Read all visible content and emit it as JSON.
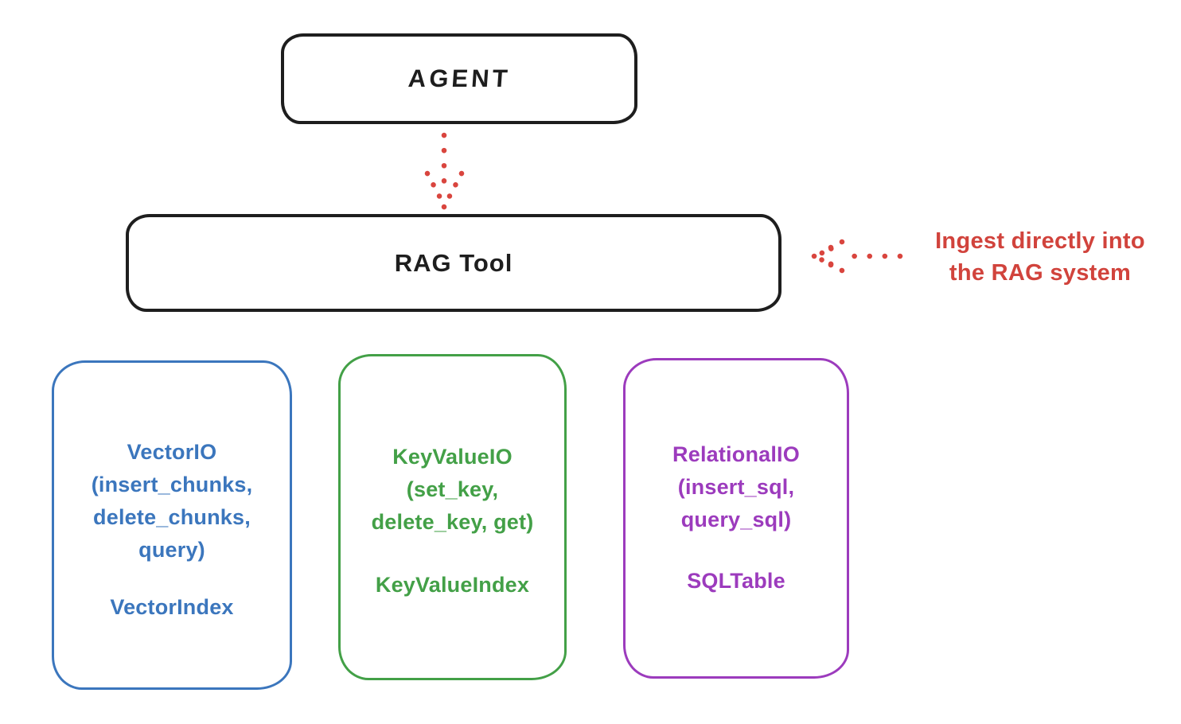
{
  "colors": {
    "background": "#ffffff",
    "outline_black": "#1e1e1e",
    "arrow_red": "#d9453e",
    "annotation_red": "#d1433c",
    "vector_blue": "#3b76bd",
    "keyvalue_green": "#43a047",
    "relational_purple": "#9c3bbd"
  },
  "nodes": {
    "agent": {
      "label": "AGENT"
    },
    "rag_tool": {
      "label": "RAG Tool"
    },
    "vector_io": {
      "lines": [
        "VectorIO",
        "(insert_chunks,",
        "delete_chunks,",
        "query)"
      ],
      "index_label": "VectorIndex"
    },
    "key_value_io": {
      "lines": [
        "KeyValueIO",
        "(set_key,",
        "delete_key, get)"
      ],
      "index_label": "KeyValueIndex"
    },
    "relational_io": {
      "lines": [
        "RelationalIO",
        "(insert_sql,",
        "query_sql)"
      ],
      "index_label": "SQLTable"
    }
  },
  "annotation": {
    "line1": "Ingest directly into",
    "line2": "the RAG system"
  }
}
